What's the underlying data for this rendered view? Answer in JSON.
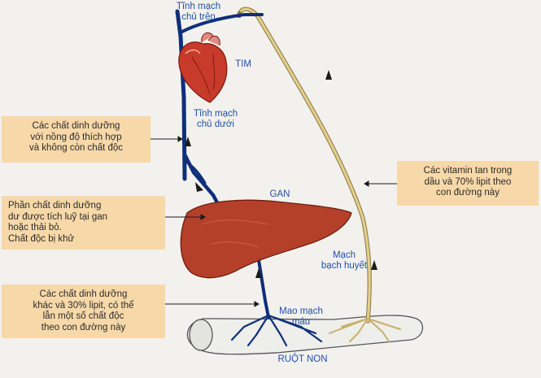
{
  "labels": {
    "svc_top": "Tĩnh mạch\nchủ trên",
    "heart": "TIM",
    "svc_bottom": "Tĩnh mạch\nchủ dưới",
    "liver": "GAN",
    "lymph": "Mạch\nbạch huyết",
    "capillary": "Mao mạch\nmáu",
    "intestine": "RUỘT NON"
  },
  "boxes": {
    "box1": "Các chất dinh dưỡng\nvới nồng độ thích hợp\nvà không còn chất độc",
    "box2": "Phần chất dinh dưỡng\ndư được tích luỹ tại gan\nhoặc thải bỏ.\nChất độc bị khử",
    "box3": "Các chất dinh dưỡng\nkhác và 30% lipit, có thể\nlẫn một số chất độc\ntheo con đường này",
    "box4": "Các vitamin tan trong\ndầu và 70% lipit theo\ncon đường này"
  },
  "colors": {
    "vein": "#0f2f7a",
    "lymph": "#d9c27a",
    "liver": "#b5402a",
    "heart": "#c83a2a",
    "box": "#f7d8a8",
    "label": "#1f4fa8"
  }
}
